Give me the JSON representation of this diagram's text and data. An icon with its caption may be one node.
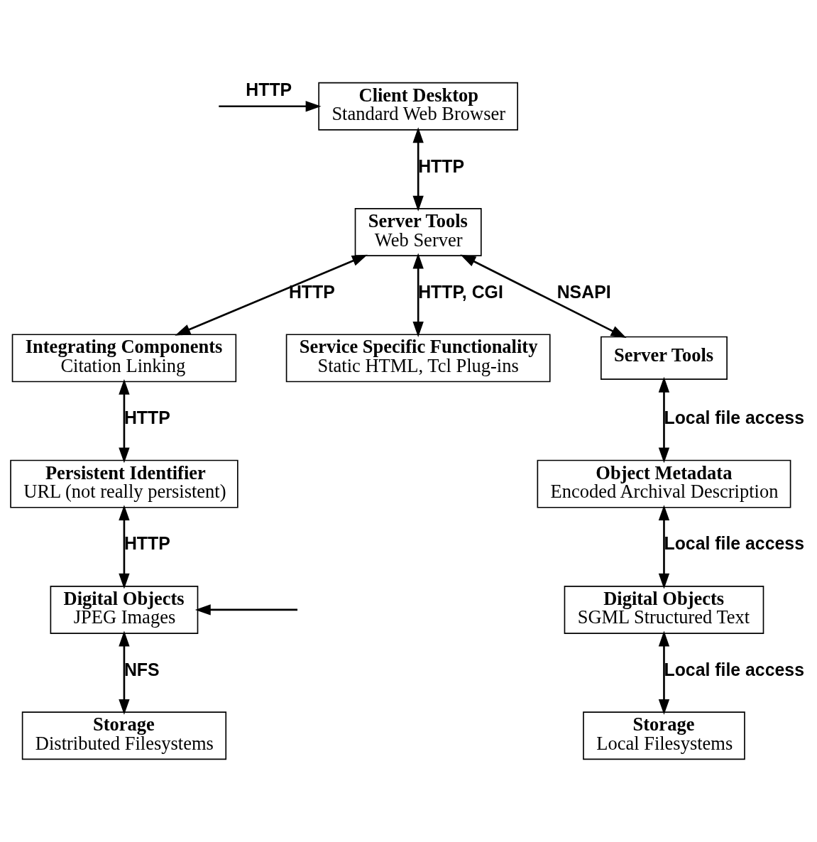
{
  "diagram": {
    "nodes": [
      {
        "text": [
          "Client Desktop",
          "Standard Web Browser"
        ]
      },
      {
        "text": [
          "Server Tools",
          "Web Server"
        ]
      },
      {
        "text": [
          "Integrating Components",
          "Citation Linking"
        ]
      },
      {
        "text": [
          "Service Specific Functionality",
          "Static HTML, Tcl Plug-ins"
        ]
      },
      {
        "text": [
          "Server Tools"
        ]
      },
      {
        "text": [
          "Object Metadata",
          "Encoded Archival Description"
        ]
      },
      {
        "text": [
          "Persistent Identifier",
          "URL (not really persistent)"
        ]
      },
      {
        "text": [
          "Digital Objects",
          "SGML Structured Text"
        ]
      },
      {
        "text": [
          "Digital Objects",
          "JPEG Images"
        ]
      },
      {
        "text": [
          "Storage",
          "Local Filesystems"
        ]
      },
      {
        "text": [
          "Storage",
          "Distributed Filesystems"
        ]
      }
    ],
    "edges": [
      {
        "from": null,
        "to": 0,
        "arrow": "to",
        "label": "HTTP"
      },
      {
        "from": 0,
        "to": 1,
        "arrow": "both",
        "label": "HTTP"
      },
      {
        "from": 1,
        "to": 2,
        "arrow": "both",
        "label": "HTTP"
      },
      {
        "from": 1,
        "to": 3,
        "arrow": "both",
        "label": "HTTP, CGI"
      },
      {
        "from": 1,
        "to": 4,
        "arrow": "both",
        "label": "NSAPI"
      },
      {
        "from": 4,
        "to": 5,
        "arrow": "both",
        "label": "Local file access"
      },
      {
        "from": 2,
        "to": 6,
        "arrow": "both",
        "label": "HTTP"
      },
      {
        "from": 5,
        "to": 7,
        "arrow": "both",
        "label": "Local file access"
      },
      {
        "from": 6,
        "to": 8,
        "arrow": "both",
        "label": "HTTP"
      },
      {
        "from": 7,
        "to": 9,
        "arrow": "both",
        "label": "Local file access"
      },
      {
        "from": 8,
        "to": 10,
        "arrow": "both",
        "label": "NFS"
      },
      {
        "from": null,
        "to": 8,
        "arrow": "to"
      }
    ]
  }
}
